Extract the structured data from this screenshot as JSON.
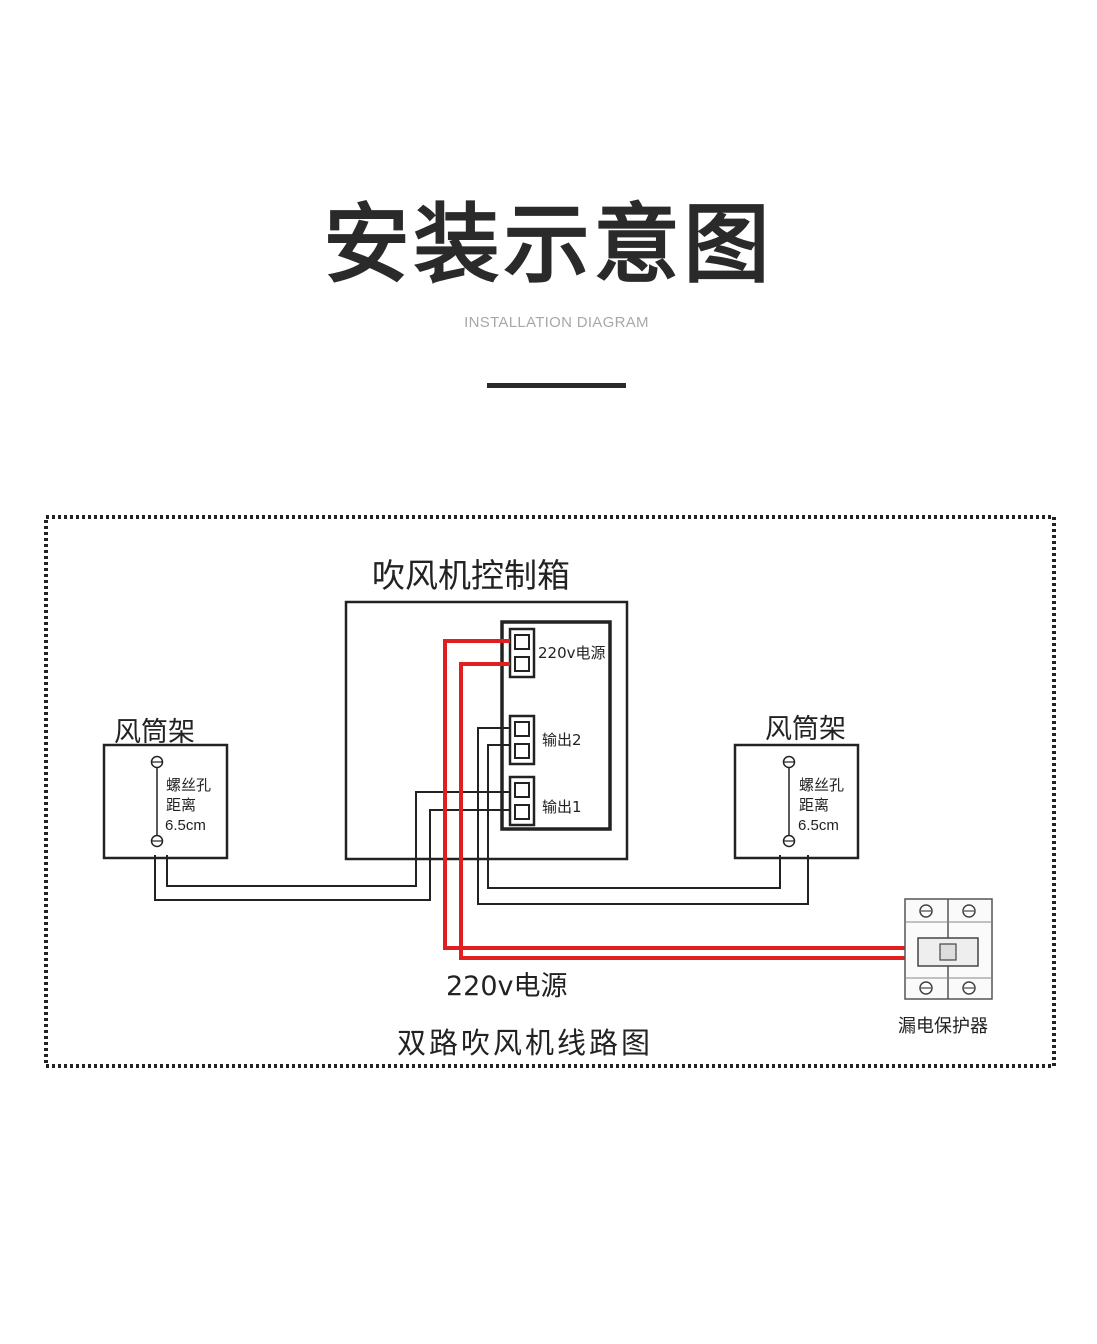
{
  "header": {
    "title": "安装示意图",
    "subtitle": "INSTALLATION DIAGRAM"
  },
  "diagram": {
    "control_box_label": "吹风机控制箱",
    "terminal_power_label": "220v电源",
    "terminal_output2_label": "输出2",
    "terminal_output1_label": "输出1",
    "left_frame": {
      "label": "风筒架",
      "hole_label": "螺丝孔",
      "distance_label": "距离",
      "distance_value": "6.5cm"
    },
    "right_frame": {
      "label": "风筒架",
      "hole_label": "螺丝孔",
      "distance_label": "距离",
      "distance_value": "6.5cm"
    },
    "power_supply_label": "220v电源",
    "breaker_label": "漏电保护器",
    "caption": "双路吹风机线路图"
  },
  "colors": {
    "title": "#2a2a2a",
    "subtitle": "#a8a8a8",
    "power_wire": "#e02020",
    "signal_wire": "#222222"
  }
}
